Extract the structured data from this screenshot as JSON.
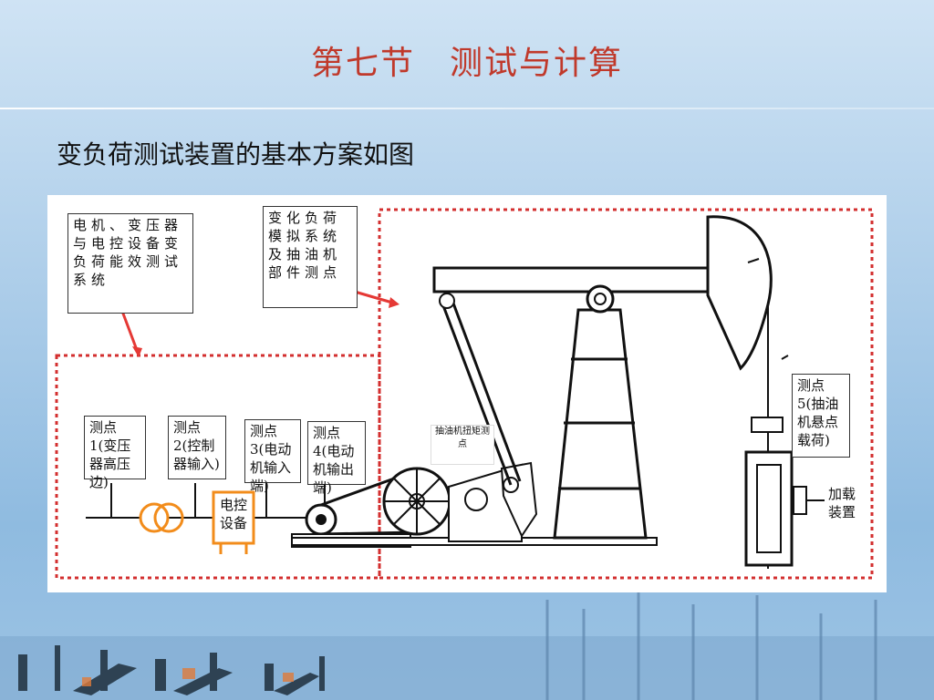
{
  "slide": {
    "title": "第七节　测试与计算",
    "subtitle": "变负荷测试装置的基本方案如图"
  },
  "diagram": {
    "box_motor": "电机、变压器与电控设备变负荷能效测试系统",
    "box_load": "变化负荷模拟系统及抽油机部件测点",
    "point1": "测点1(变压器高压边)",
    "point2": "测点2(控制器输入)",
    "point3": "测点 3(电动机输入端)",
    "point4": "测点4(电动机输出端)",
    "torque_point": "抽油机扭矩测点",
    "point5": "测点 5(抽油机悬点载荷)",
    "control_device": "电控设备",
    "loading_device": "加载装置"
  },
  "colors": {
    "title": "#c0392b",
    "dashed_border": "#d32f2f",
    "arrow": "#e53935",
    "orange": "#f28c1b"
  }
}
